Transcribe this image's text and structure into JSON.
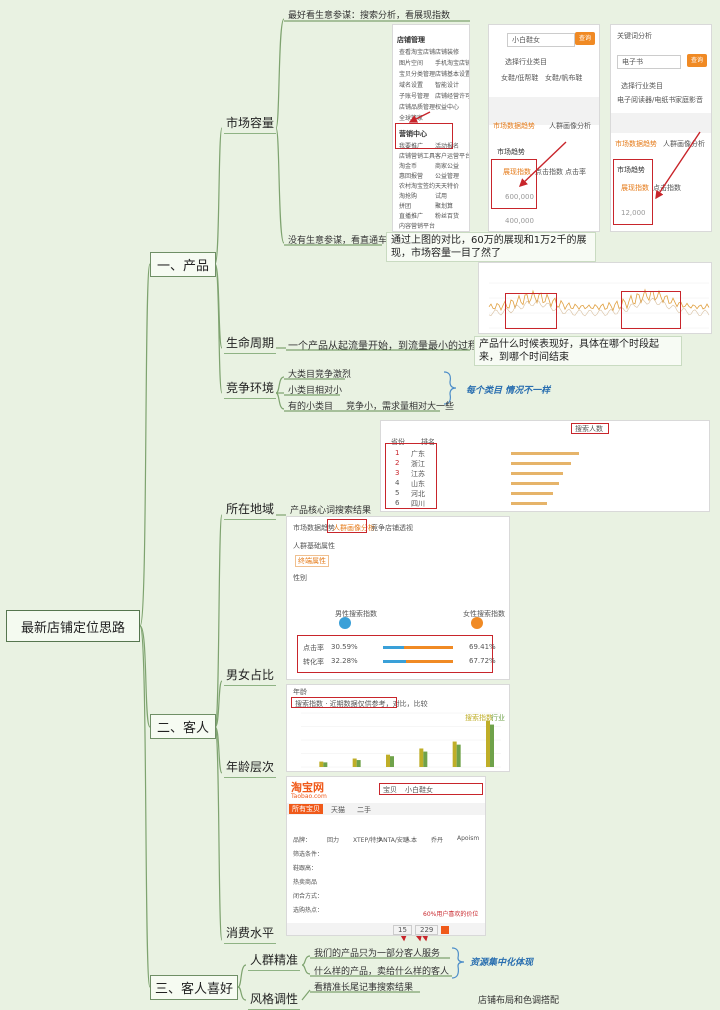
{
  "root": {
    "label": "最新店铺定位思路"
  },
  "branches": [
    {
      "label": "一、产品"
    },
    {
      "label": "二、客人"
    },
    {
      "label": "三、客人喜好"
    }
  ],
  "topics": {
    "market": "市场容量",
    "lifecycle": "生命周期",
    "competition": "竞争环境",
    "region": "所在地域",
    "gender": "男女占比",
    "age": "年龄层次",
    "spending": "消费水平",
    "crowd": "人群精准",
    "style": "风格调性"
  },
  "leaves": {
    "market_top": "最好看生意参谋：搜索分析，看展现指数",
    "market_bottom": "没有生意参谋，看直通车后台",
    "market_note": "通过上图的对比，60万的展现和1万2千的展现，市场容量一目了然了",
    "lifecycle_leaf": "一个产品从起流量开始，到流量最小的过程",
    "lifecycle_note": "产品什么时候表现好，具体在哪个时段起来，到哪个时间结束",
    "comp1": "大类目竞争激烈",
    "comp2": "小类目相对小",
    "comp3": "有的小类目",
    "comp3b": "竞争小，需求量相对大一些",
    "comp_accent": "每个类目 情况不一样",
    "region_leaf": "产品核心词搜索结果",
    "crowd1": "我们的产品只为一部分客人服务",
    "crowd2": "什么样的产品，卖给什么样的客人",
    "crowd_accent": "资源集中化体现",
    "style1": "看精准长尾记事搜索结果",
    "style2": "店铺布局和色调搭配"
  },
  "shots": {
    "menu": {
      "title1": "店铺管理",
      "items1": [
        "查看淘宝店铺",
        "店铺装修",
        "图片空间",
        "手机淘宝店铺",
        "宝贝分类管理",
        "店铺基本设置",
        "域名设置",
        "智能设计",
        "子账号管理",
        "店铺经营许可",
        "店铺品质管理",
        "权益中心",
        "全球管家"
      ],
      "title2": "营销中心",
      "items2": [
        "我要推广",
        "活动报名",
        "店铺营销工具",
        "客户运营平台",
        "淘金币",
        "商家公益",
        "惠回报营",
        "公益管理",
        "农村淘宝签约",
        "天天特价",
        "淘抢购",
        "试用",
        "拼团",
        "聚划算",
        "直播推广",
        "粉丝百货",
        "内容营销平台"
      ]
    },
    "search1": {
      "query": "小白鞋女",
      "btn": "查询",
      "radio0": "选择行业类目",
      "radio1": "女鞋/低帮鞋",
      "radio2": "女鞋/帆布鞋",
      "tab1": "市场数据趋势",
      "tab2": "人群画像分析",
      "trend": "市场趋势",
      "metric": "展现指数",
      "metric2": "点击指数",
      "metric3": "点击率",
      "value": "600,000",
      "value2": "400,000"
    },
    "search2": {
      "label": "关键词分析",
      "query": "电子书",
      "btn": "查询",
      "radio0": "选择行业类目",
      "radio1": "电子阅读器/电纸书",
      "radio2": "家庭影音",
      "tab1": "市场数据趋势",
      "tab2": "人群画像分析",
      "trend": "市场趋势",
      "metric": "展现指数",
      "metric2": "点击指数",
      "value": "12,000"
    },
    "region": {
      "header": [
        "省份",
        "排名"
      ],
      "rows": [
        "广东",
        "浙江",
        "江苏",
        "山东",
        "河北",
        "四川"
      ],
      "btn": "搜索人数"
    },
    "gender": {
      "tabs": [
        "市场数据趋势",
        "人群画像分析",
        "竞争店铺透视"
      ],
      "sub": "人群基础属性",
      "pill": "终端属性",
      "pill2": "性别",
      "female": "女性搜索指数",
      "male": "男性搜索指数",
      "rows": [
        {
          "label": "点击率",
          "left": "30.59%",
          "right": "69.41%"
        },
        {
          "label": "转化率",
          "left": "32.28%",
          "right": "67.72%"
        }
      ]
    },
    "age": {
      "title": "年龄",
      "caption": "搜索指数 · 近期数据仅供参考，对比，比较",
      "legend1": "搜索指数",
      "legend2": "行业"
    },
    "taobao": {
      "logo": "淘宝网",
      "logo_en": "Taobao.com",
      "query": "小白鞋女",
      "select": "宝贝",
      "tabs": [
        "所有宝贝",
        "天猫",
        "二手"
      ],
      "brands": [
        "回力",
        "XTEP/特步",
        "ANTA/安踏",
        "人本",
        "乔丹",
        "Apoism"
      ],
      "labels": [
        "品牌：",
        "筛选条件：",
        "鞋跟高：",
        "热卖商品",
        "闭合方式：",
        "选购热点："
      ],
      "highlight": "60%用户喜欢的价位",
      "price1": "15",
      "price2": "229"
    }
  },
  "chart_data": {
    "type": "bar",
    "title": "",
    "categories": [
      "",
      "",
      "",
      "",
      "",
      ""
    ],
    "series": [
      {
        "name": "搜索指数",
        "values": [
          7,
          11,
          16,
          24,
          33,
          60
        ]
      },
      {
        "name": "行业",
        "values": [
          6,
          9,
          14,
          20,
          29,
          55
        ]
      }
    ],
    "ylim": [
      0,
      70
    ],
    "colors": {
      "搜索指数": "#bfae28",
      "行业": "#6fa24a"
    }
  }
}
